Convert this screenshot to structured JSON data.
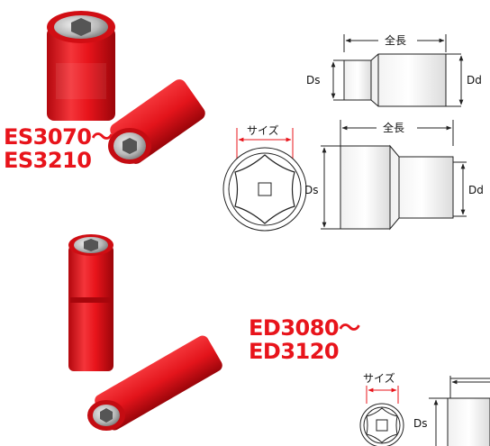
{
  "products": [
    {
      "model_top": "ES3070〜",
      "model_bottom": "ES3210"
    },
    {
      "model_top": "ED3080〜",
      "model_bottom": "ED3120"
    }
  ],
  "dimensions": {
    "overall_length": "全長",
    "drive_diameter": "Dd",
    "socket_diameter": "Ds",
    "size": "サイズ"
  },
  "colors": {
    "insulation_red": "#e8141b",
    "model_text": "#e8141b",
    "metal": "#c8c8c8",
    "line": "#222222"
  }
}
